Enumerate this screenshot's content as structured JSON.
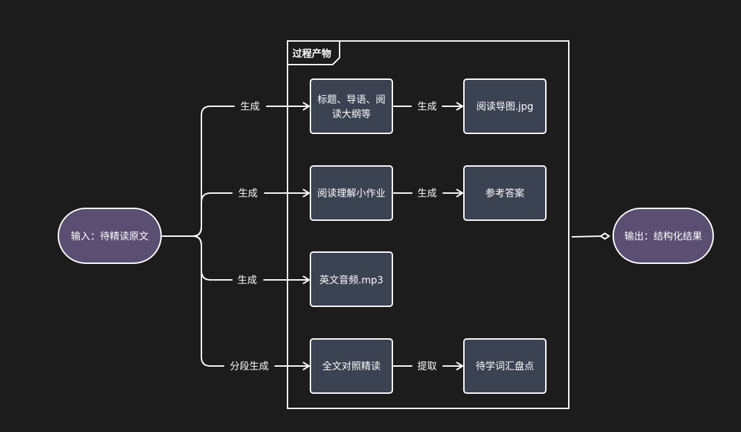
{
  "input_node": {
    "label": "输入：待精读原文"
  },
  "output_node": {
    "label": "输出：结构化结果"
  },
  "group": {
    "label": "过程产物"
  },
  "nodes": {
    "titles": {
      "line1": "标题、导语、阅",
      "line2": "读大纲等"
    },
    "mindmap": {
      "label": "阅读导图.jpg"
    },
    "homework": {
      "label": "阅读理解小作业"
    },
    "answers": {
      "label": "参考答案"
    },
    "audio": {
      "label": "英文音频.mp3"
    },
    "fulltext": {
      "label": "全文对照精读"
    },
    "vocab": {
      "label": "待学词汇盘点"
    }
  },
  "edges": {
    "input_to_titles": "生成",
    "input_to_homework": "生成",
    "input_to_audio": "生成",
    "input_to_fulltext": "分段生成",
    "titles_to_mindmap": "生成",
    "homework_to_answers": "生成",
    "fulltext_to_vocab": "提取"
  },
  "colors": {
    "background": "#1c1c1c",
    "stroke": "#ffffff",
    "terminal_fill": "#5a4e72",
    "node_fill": "#3b4252",
    "text": "#ffffff"
  }
}
